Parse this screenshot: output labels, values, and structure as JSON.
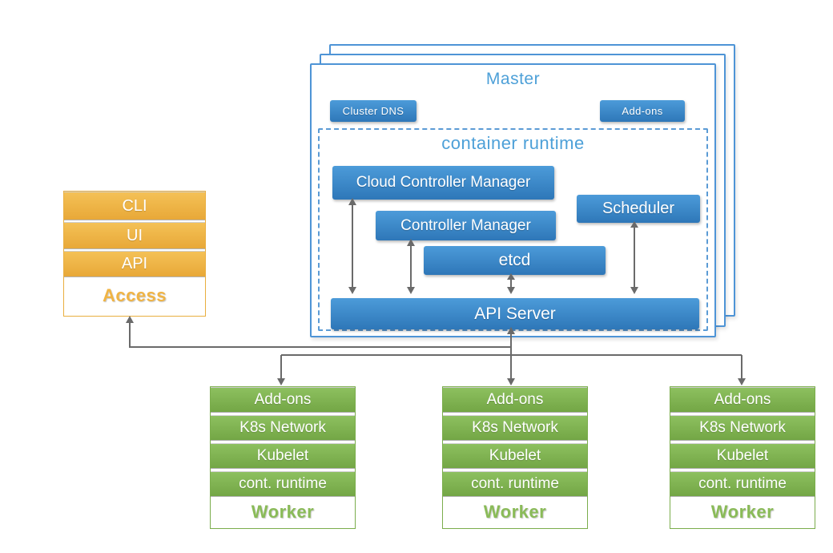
{
  "master": {
    "title": "Master",
    "cluster_dns_label": "Cluster DNS",
    "addons_label": "Add-ons",
    "container_runtime": {
      "title": "container runtime",
      "cloud_controller_manager": "Cloud Controller Manager",
      "controller_manager": "Controller Manager",
      "etcd": "etcd",
      "scheduler": "Scheduler",
      "api_server": "API Server"
    }
  },
  "access_stack": {
    "items": [
      "CLI",
      "UI",
      "API"
    ],
    "label": "Access"
  },
  "workers": [
    {
      "rows": [
        "Add-ons",
        "K8s Network",
        "Kubelet",
        "cont. runtime"
      ],
      "label": "Worker"
    },
    {
      "rows": [
        "Add-ons",
        "K8s Network",
        "Kubelet",
        "cont. runtime"
      ],
      "label": "Worker"
    },
    {
      "rows": [
        "Add-ons",
        "K8s Network",
        "Kubelet",
        "cont. runtime"
      ],
      "label": "Worker"
    }
  ],
  "colors": {
    "component_blue": "#3E8CCB",
    "title_light_blue": "#4DA0D8",
    "panel_border_blue": "#4E94D6",
    "access_orange": "#EFB246",
    "worker_green": "#7FB34E",
    "connector_gray": "#6A6A6A"
  }
}
